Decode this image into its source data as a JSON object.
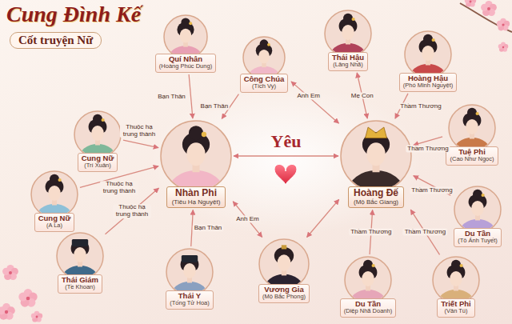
{
  "diagram": {
    "title": "Cung Đình Kế",
    "nodes": [
      {
        "text": [
          "Quí Nhân",
          "(Hoàng Phúc Dung)"
        ]
      },
      {
        "text": [
          "Công Chúa",
          "(Tích Vy)"
        ]
      },
      {
        "text": [
          "Thái Hậu",
          "(Lăng Nhã)"
        ]
      },
      {
        "text": [
          "Hoàng Hậu",
          "(Phó Minh Nguyệt)"
        ]
      },
      {
        "text": [
          "Cung Nữ",
          "(Trí Xuân)"
        ]
      },
      {
        "text": [
          "Nhàn Phi",
          "(Tiêu Hạ Nguyệt)"
        ]
      },
      {
        "text": [
          "Hoàng Đế",
          "(Mộ Bắc Giang)"
        ]
      },
      {
        "text": [
          "Tuệ Phi",
          "(Cao Như Ngọc)"
        ]
      },
      {
        "text": [
          "Cung Nữ",
          "(A La)"
        ]
      },
      {
        "text": [
          "Du Tần",
          "(Tô Ánh Tuyết)"
        ]
      },
      {
        "text": [
          "Thái Giám",
          "(Tề Khoan)"
        ]
      },
      {
        "text": [
          "Vương Gia",
          "(Mộ Bắc Phong)"
        ]
      },
      {
        "text": [
          "Thái Y",
          "(Tống Tử Hoa)"
        ]
      },
      {
        "text": [
          "Du Tần",
          "(Diệp Nhã Doanh)"
        ]
      },
      {
        "text": [
          "Triết Phi",
          "(Vân Tú)"
        ]
      }
    ],
    "edges": [
      {
        "from": 0,
        "to": 5,
        "label": "Bạn Thân",
        "arrow": "to"
      },
      {
        "from": 1,
        "to": 5,
        "label": "Bạn Thân",
        "arrow": "to"
      },
      {
        "from": 1,
        "to": 6,
        "label": "Anh Em",
        "arrow": "both"
      },
      {
        "from": 2,
        "to": 6,
        "label": "Mẹ Con",
        "arrow": "both"
      },
      {
        "from": 3,
        "to": 6,
        "label": "Thầm Thương",
        "arrow": "to"
      },
      {
        "from": 7,
        "to": 6,
        "label": "Thầm Thương",
        "arrow": "to"
      },
      {
        "from": 4,
        "to": 5,
        "label": "Thuộc hạ trung thành",
        "arrow": "to"
      },
      {
        "from": 5,
        "to": 6,
        "label": "Yêu",
        "arrow": "both"
      },
      {
        "from": 8,
        "to": 5,
        "label": "Thuộc hạ trung thành",
        "arrow": "to"
      },
      {
        "from": 9,
        "to": 6,
        "label": "Thầm Thương",
        "arrow": "to"
      },
      {
        "from": 10,
        "to": 5,
        "label": "Thuộc hạ trung thành",
        "arrow": "to"
      },
      {
        "from": 12,
        "to": 5,
        "label": "Bạn Thân",
        "arrow": "to"
      },
      {
        "from": 11,
        "to": 5,
        "label": "Anh Em",
        "arrow": "both"
      },
      {
        "from": 11,
        "to": 6,
        "arrow": "both"
      },
      {
        "from": 13,
        "to": 6,
        "label": "Thầm Thương",
        "arrow": "to"
      },
      {
        "from": 14,
        "to": 6,
        "label": "Thầm Thương",
        "arrow": "to"
      }
    ],
    "labels": [
      "Cốt truyện Nữ"
    ]
  }
}
